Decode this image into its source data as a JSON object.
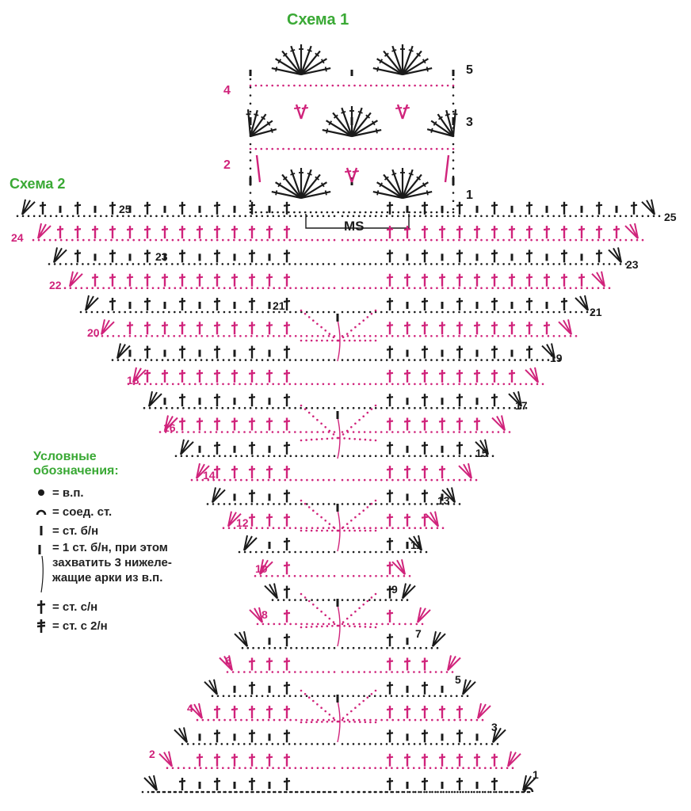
{
  "scheme1": {
    "title": "Схема 1",
    "rows_left": [
      "4",
      "2"
    ],
    "rows_right": [
      "5",
      "3",
      "1"
    ],
    "repeat_label": "MS"
  },
  "scheme2": {
    "title": "Схема 2",
    "left_labels": [
      "24",
      "22",
      "20",
      "18",
      "16",
      "14",
      "12",
      "10",
      "8",
      "6",
      "4",
      "2"
    ],
    "right_labels": [
      "25",
      "23",
      "21",
      "19",
      "17",
      "15",
      "13",
      "11",
      "9",
      "7",
      "5",
      "3",
      "1"
    ]
  },
  "legend": {
    "title_line1": "Условные",
    "title_line2": "обозначения:",
    "items": [
      {
        "icon": "chain-dot-icon",
        "text": "= в.п."
      },
      {
        "icon": "slip-stitch-arc-icon",
        "text": "= соед. ст."
      },
      {
        "icon": "single-crochet-icon",
        "text": "= ст. б/н"
      },
      {
        "icon": "sc-bracket-icon",
        "lines": [
          "= 1 ст. б/н, при этом",
          "захватить 3 нижеле-",
          "жащие арки из в.п."
        ]
      },
      {
        "icon": "double-crochet-icon",
        "text": "= ст. с/н"
      },
      {
        "icon": "treble-crochet-icon",
        "text": "= ст. с 2/н"
      }
    ]
  },
  "colors": {
    "pink": "#d0237b",
    "black": "#1a1a1a",
    "green": "#3aa935"
  }
}
